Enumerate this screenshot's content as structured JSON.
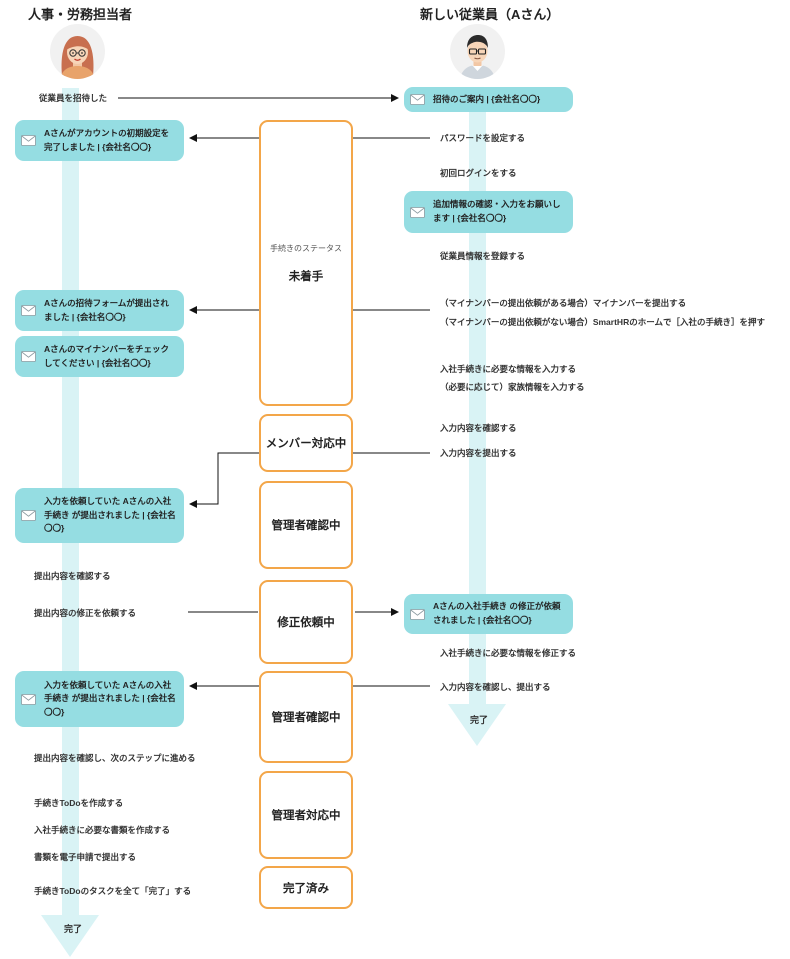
{
  "lanes": {
    "hr": {
      "title": "人事・労務担当者",
      "done": "完了"
    },
    "employee": {
      "title": "新しい従業員（Aさん）",
      "done": "完了"
    }
  },
  "colors": {
    "lane": "#d9f3f5",
    "mail": "#95dde2",
    "status_border": "#f3a649"
  },
  "hr_steps": {
    "invite": "従業員を招待した",
    "confirm_submission": "提出内容を確認する",
    "request_fix": "提出内容の修正を依頼する",
    "confirm_next": "提出内容を確認し、次のステップに進める",
    "create_todo": "手続きToDoを作成する",
    "create_docs": "入社手続きに必要な書類を作成する",
    "e_apply": "書類を電子申請で提出する",
    "complete_tasks": "手続きToDoのタスクを全て「完了」する"
  },
  "employee_steps": {
    "set_password": "パスワードを設定する",
    "first_login": "初回ログインをする",
    "register_info": "従業員情報を登録する",
    "mynumber_requested": "（マイナンバーの提出依頼がある場合）マイナンバーを提出する",
    "mynumber_not_requested": "（マイナンバーの提出依頼がない場合）SmartHRのホームで［入社の手続き］を押す",
    "input_info": "入社手続きに必要な情報を入力する",
    "input_family": "（必要に応じて）家族情報を入力する",
    "check_input": "入力内容を確認する",
    "submit_input": "入力内容を提出する",
    "fix_info": "入社手続きに必要な情報を修正する",
    "check_submit": "入力内容を確認し、提出する"
  },
  "mails": {
    "invite": "招待のご案内 | {会社名〇〇}",
    "account_done": "Aさんがアカウントの初期設定を完了しました | {会社名〇〇}",
    "additional_info": "追加情報の確認・入力をお願いします | {会社名〇〇}",
    "form_submitted": "Aさんの招待フォームが提出されました | {会社名〇〇}",
    "check_mynumber": "Aさんのマイナンバーをチェックしてください | {会社名〇〇}",
    "procedure_submitted_1": "入力を依頼していた Aさんの入社手続き が提出されました | {会社名〇〇}",
    "fix_requested": "Aさんの入社手続き の修正が依頼されました | {会社名〇〇}",
    "procedure_submitted_2": "入力を依頼していた Aさんの入社手続き が提出されました | {会社名〇〇}"
  },
  "statuses": {
    "caption": "手続きのステータス",
    "not_started": "未着手",
    "member_handling": "メンバー対応中",
    "admin_checking_1": "管理者確認中",
    "fix_requested": "修正依頼中",
    "admin_checking_2": "管理者確認中",
    "admin_handling": "管理者対応中",
    "completed": "完了済み"
  },
  "icons": {
    "mail": "envelope-icon",
    "hr_avatar": "woman-avatar",
    "employee_avatar": "man-with-glasses-avatar"
  }
}
